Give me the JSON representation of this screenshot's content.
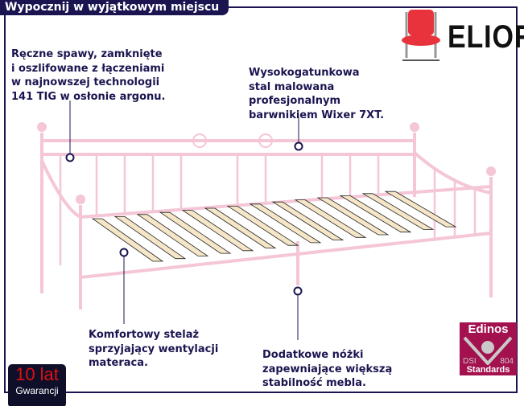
{
  "header": {
    "title": "Wypocznij w wyjątkowym miejscu"
  },
  "brand": {
    "name": "ELIOR",
    "chair_color": "#e8323c"
  },
  "callouts": [
    {
      "text": "Ręczne spawy, zamknięte\ni oszlifowane z łączeniami\nw najnowszej technologii\n141 TIG w osłonie argonu."
    },
    {
      "text": "Wysokogatunkowa\nstal malowana\nprofesjonalnym\nbarwnikiem Wixer 7XT."
    },
    {
      "text": "Komfortowy stelaż\nsprzyjający wentylacji\nmateraca."
    },
    {
      "text": "Dodatkowe nóżki\nzapewniające większą\nstabilność mebla."
    }
  ],
  "warranty": {
    "years": "10 lat",
    "label": "Gwarancji"
  },
  "certificate": {
    "name": "Edinos",
    "left": "DSI",
    "right": "804",
    "label": "Standards",
    "color": "#a3114f"
  },
  "colors": {
    "frame": "#1a1550",
    "bed": "#f4c6d6"
  }
}
